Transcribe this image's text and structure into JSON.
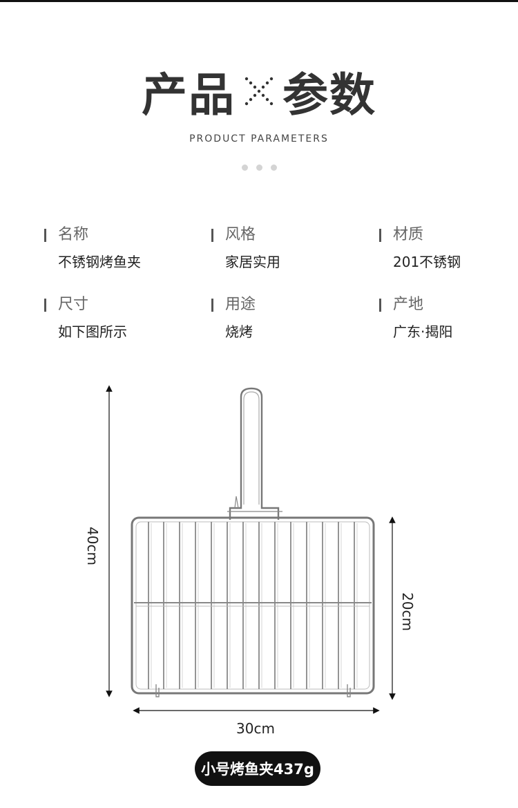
{
  "header": {
    "title_left": "产品",
    "title_right": "参数",
    "subtitle": "PRODUCT PARAMETERS"
  },
  "params": [
    {
      "label": "名称",
      "value": "不锈钢烤鱼夹"
    },
    {
      "label": "风格",
      "value": "家居实用"
    },
    {
      "label": "材质",
      "value": "201不锈钢"
    },
    {
      "label": "尺寸",
      "value": "如下图所示"
    },
    {
      "label": "用途",
      "value": "烧烤"
    },
    {
      "label": "产地",
      "value": "广东·揭阳"
    }
  ],
  "dimensions": {
    "height": "40cm",
    "grid_height": "20cm",
    "width": "30cm"
  },
  "badge": "小号烤鱼夹437g",
  "colors": {
    "title": "#333333",
    "badge_bg": "#111111",
    "dot": "#d4d4d4"
  }
}
